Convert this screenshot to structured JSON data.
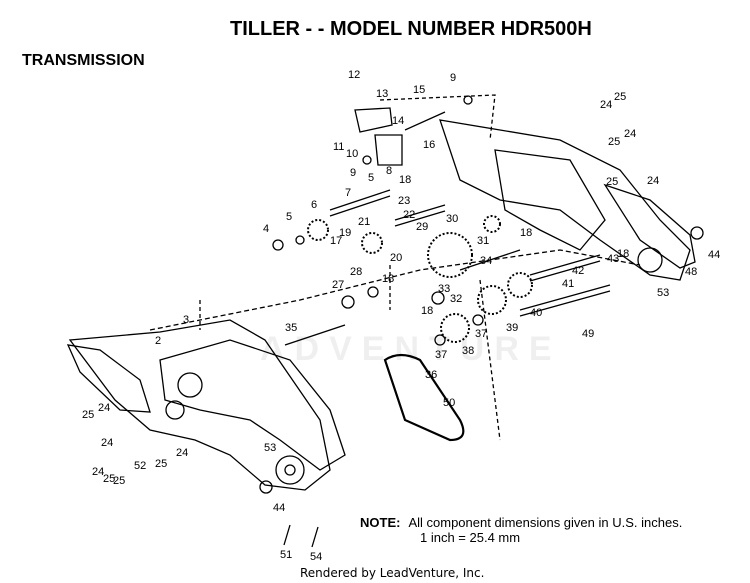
{
  "title": "TILLER - - MODEL NUMBER HDR500H",
  "section": "TRANSMISSION",
  "note": {
    "label": "NOTE:",
    "line1": "All component dimensions given in U.S. inches.",
    "line2": "1 inch = 25.4 mm"
  },
  "footer": "Rendered by LeadVenture, Inc.",
  "watermark": "ADVENTURE",
  "callouts": [
    "12",
    "13",
    "15",
    "9",
    "14",
    "11",
    "10",
    "16",
    "9",
    "8",
    "5",
    "7",
    "6",
    "5",
    "4",
    "18",
    "23",
    "22",
    "21",
    "19",
    "17",
    "30",
    "29",
    "31",
    "18",
    "20",
    "28",
    "34",
    "18",
    "27",
    "33",
    "32",
    "18",
    "42",
    "18",
    "43",
    "44",
    "48",
    "53",
    "41",
    "40",
    "39",
    "37",
    "49",
    "38",
    "37",
    "36",
    "35",
    "3",
    "2",
    "50",
    "24",
    "25",
    "24",
    "25",
    "24",
    "25",
    "24",
    "25",
    "25",
    "24",
    "25",
    "24",
    "52",
    "25",
    "24",
    "53",
    "44",
    "51",
    "54"
  ]
}
